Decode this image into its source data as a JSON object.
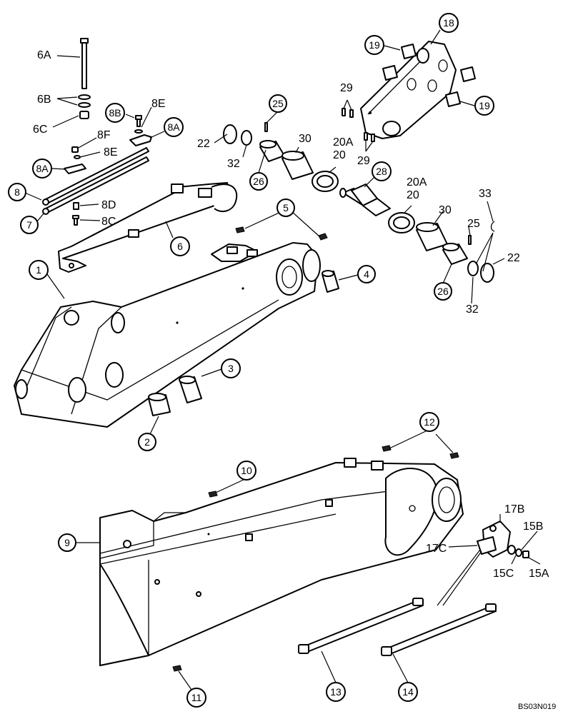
{
  "diagram_code": "BS03N019",
  "labels": {
    "6A": "6A",
    "6B": "6B",
    "6C": "6C",
    "8B": "8B",
    "8E_top": "8E",
    "8A_top": "8A",
    "8F": "8F",
    "8E_mid": "8E",
    "8A_left": "8A",
    "8": "8",
    "7": "7",
    "8D": "8D",
    "8C": "8C",
    "6": "6",
    "1": "1",
    "5": "5",
    "4": "4",
    "3": "3",
    "2": "2",
    "22_left": "22",
    "32_left": "32",
    "25_left": "25",
    "26_left": "26",
    "30_left": "30",
    "20A_left": "20A",
    "20_left": "20",
    "29_top": "29",
    "29_mid": "29",
    "28": "28",
    "20A_right": "20A",
    "20_right": "20",
    "30_right": "30",
    "25_right": "25",
    "33": "33",
    "22_right": "22",
    "32_right": "32",
    "26_right": "26",
    "18": "18",
    "19_a": "19",
    "19_b": "19",
    "12": "12",
    "10": "10",
    "9": "9",
    "11": "11",
    "13": "13",
    "14": "14",
    "17B": "17B",
    "15B": "15B",
    "17C": "17C",
    "15C": "15C",
    "15A": "15A"
  }
}
